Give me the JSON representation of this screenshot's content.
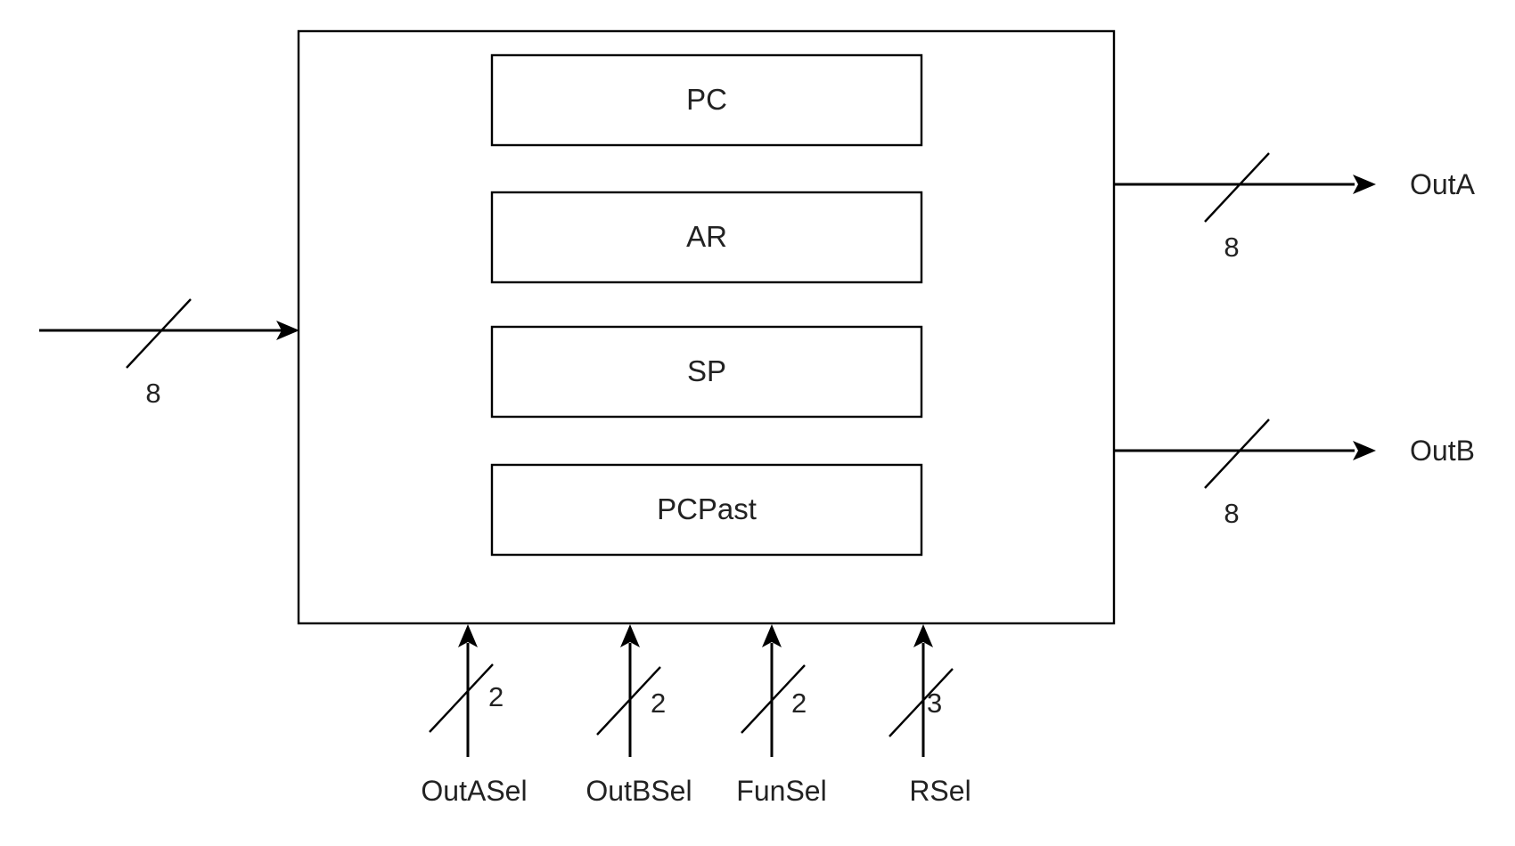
{
  "registers": [
    "PC",
    "AR",
    "SP",
    "PCPast"
  ],
  "input_bus": {
    "width": "8"
  },
  "outputs": [
    {
      "label": "OutA",
      "width": "8"
    },
    {
      "label": "OutB",
      "width": "8"
    }
  ],
  "controls": [
    {
      "label": "OutASel",
      "width": "2"
    },
    {
      "label": "OutBSel",
      "width": "2"
    },
    {
      "label": "FunSel",
      "width": "2"
    },
    {
      "label": "RSel",
      "width": "3"
    }
  ]
}
